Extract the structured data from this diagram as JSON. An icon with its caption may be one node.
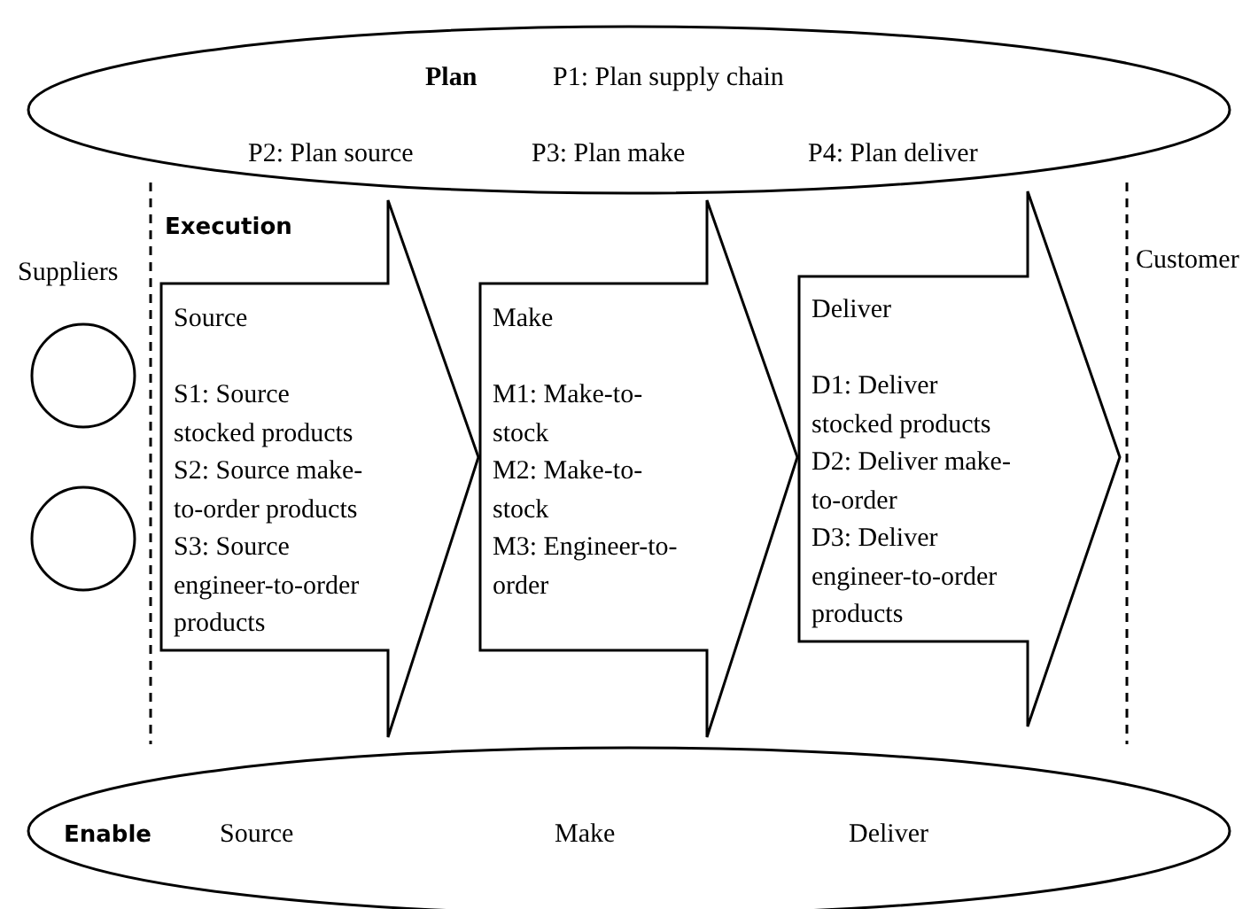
{
  "diagram": {
    "nodes": [
      {
        "text": [
          "Plan",
          "P1: Plan supply chain",
          "P2: Plan source",
          "P3: Plan make",
          "P4: Plan deliver"
        ]
      },
      {
        "text": [
          "Source",
          "S1: Source stocked products",
          "S2: Source make-to-order products",
          "S3: Source engineer-to-order products"
        ]
      },
      {
        "text": [
          "Make",
          "M1: Make-to-stock",
          "M2: Make-to-stock",
          "M3: Engineer-to-order"
        ]
      },
      {
        "text": [
          "Deliver",
          "D1: Deliver stocked products",
          "D2: Deliver make-to-order",
          "D3: Deliver engineer-to-order products"
        ]
      },
      {
        "text": [],
        "shape": "circle"
      },
      {
        "text": [],
        "shape": "circle"
      },
      {
        "text": [
          "Enable",
          "Source",
          "Make",
          "Deliver"
        ]
      }
    ],
    "labels": [
      "Execution",
      "Suppliers",
      "Customer"
    ]
  }
}
